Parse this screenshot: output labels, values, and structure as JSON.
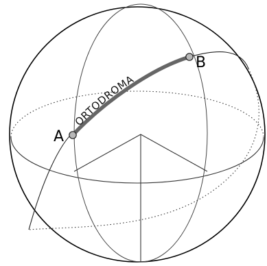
{
  "diagram": {
    "arc_label": "ORTODROMA",
    "point_a": "A",
    "point_b": "B"
  },
  "colors": {
    "line": "#000000",
    "thin_line": "#555555",
    "arc": "#666666",
    "point_fill": "#b8b8b8",
    "background": "#ffffff"
  }
}
